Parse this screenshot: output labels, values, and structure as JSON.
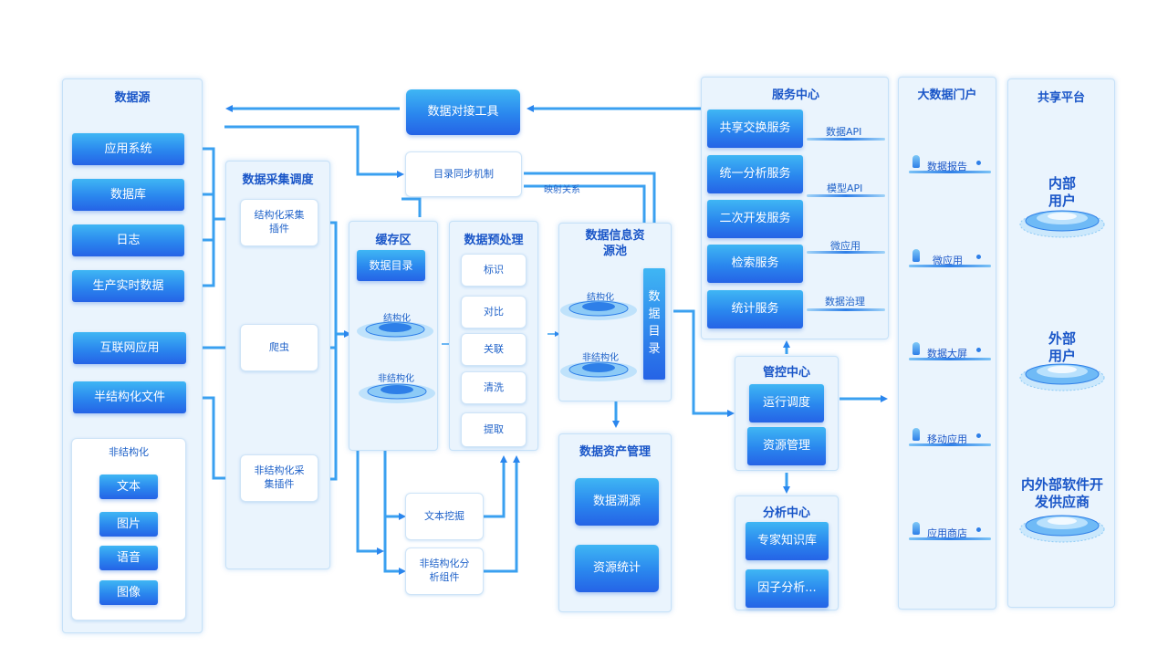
{
  "data_source": {
    "title": "数据源",
    "items": [
      "应用系统",
      "数据库",
      "日志",
      "生产实时数据",
      "互联网应用",
      "半结构化文件"
    ],
    "unstructured": {
      "title": "非结构化",
      "items": [
        "文本",
        "图片",
        "语音",
        "图像"
      ]
    }
  },
  "collection": {
    "title": "数据采集调度",
    "plugins": [
      "结构化采集插件",
      "爬虫",
      "非结构化采集插件"
    ]
  },
  "docking_tool": "数据对接工具",
  "catalog_sync": "目录同步机制",
  "mapping_label": "映射关系",
  "cache": {
    "title": "缓存区",
    "catalog_btn": "数据目录",
    "structured": "结构化",
    "unstructured": "非结构化"
  },
  "preprocess": {
    "title": "数据预处理",
    "items": [
      "标识",
      "对比",
      "关联",
      "清洗",
      "提取"
    ]
  },
  "text_mining": "文本挖掘",
  "unstructured_component": "非结构化分析组件",
  "info_pool": {
    "title": "数据信息资源池",
    "structured": "结构化",
    "unstructured": "非结构化",
    "catalog": "数据目录"
  },
  "asset_mgmt": {
    "title": "数据资产管理",
    "items": [
      "数据溯源",
      "资源统计"
    ]
  },
  "service_center": {
    "title": "服务中心",
    "items": [
      "共享交换服务",
      "统一分析服务",
      "二次开发服务",
      "检索服务",
      "统计服务"
    ],
    "labels": [
      "数据API",
      "模型API",
      "微应用",
      "数据治理"
    ]
  },
  "control_center": {
    "title": "管控中心",
    "items": [
      "运行调度",
      "资源管理"
    ]
  },
  "analysis_center": {
    "title": "分析中心",
    "items": [
      "专家知识库",
      "因子分析..."
    ]
  },
  "portal": {
    "title": "大数据门户",
    "items": [
      "数据报告",
      "微应用",
      "数据大屏",
      "移动应用",
      "应用商店"
    ]
  },
  "share_platform": {
    "title": "共享平台",
    "users": [
      "内部用户",
      "外部用户",
      "内外部软件开发供应商"
    ]
  },
  "colors": {
    "accent": "#2a86ee",
    "title": "#1a56c8",
    "panel": "#eaf4fd",
    "line": "#3aa0f0"
  }
}
